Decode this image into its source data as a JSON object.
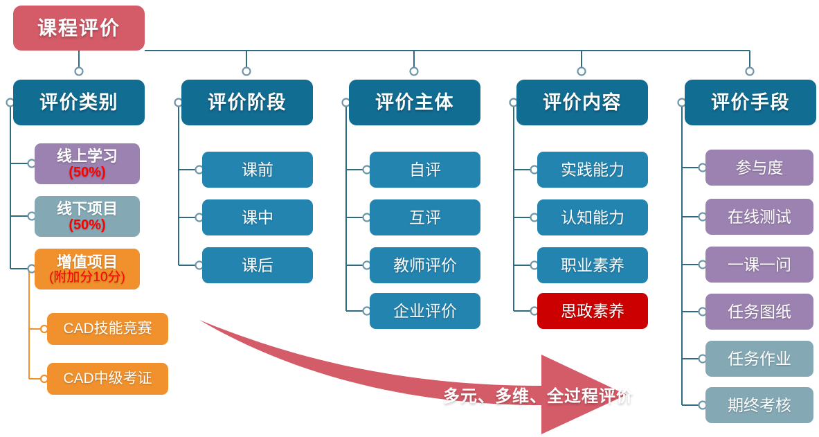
{
  "diagram": {
    "title": "课程评价",
    "root": {
      "label": "课程评价",
      "color": "#d45b68"
    },
    "banner": {
      "label": "多元、多维、全过程评价",
      "color": "#d45b68"
    },
    "palette": {
      "header_blue": "#126d93",
      "child_blue": "#2484b0",
      "purple": "#9b82b0",
      "teal": "#84a9b5",
      "orange": "#f0912d",
      "red": "#cc0000",
      "accent_red_text": "#ff0000",
      "connector": "#2f6b80",
      "orange_connector": "#f0912d"
    },
    "columns": [
      {
        "header": "评价类别",
        "items": [
          {
            "line1": "线上学习",
            "line2": "(50%)",
            "color": "purple"
          },
          {
            "line1": "线下项目",
            "line2": "(50%)",
            "color": "teal"
          },
          {
            "line1": "增值项目",
            "line2": "(附加分10分)",
            "color": "orange"
          }
        ],
        "sub_items": [
          {
            "line1": "CAD技能竞赛",
            "color": "orange"
          },
          {
            "line1": "CAD中级考证",
            "color": "orange"
          }
        ]
      },
      {
        "header": "评价阶段",
        "items": [
          {
            "line1": "课前",
            "color": "blue"
          },
          {
            "line1": "课中",
            "color": "blue"
          },
          {
            "line1": "课后",
            "color": "blue"
          }
        ],
        "sub_items": []
      },
      {
        "header": "评价主体",
        "items": [
          {
            "line1": "自评",
            "color": "blue"
          },
          {
            "line1": "互评",
            "color": "blue"
          },
          {
            "line1": "教师评价",
            "color": "blue"
          },
          {
            "line1": "企业评价",
            "color": "blue"
          }
        ],
        "sub_items": []
      },
      {
        "header": "评价内容",
        "items": [
          {
            "line1": "实践能力",
            "color": "blue"
          },
          {
            "line1": "认知能力",
            "color": "blue"
          },
          {
            "line1": "职业素养",
            "color": "blue"
          },
          {
            "line1": "思政素养",
            "color": "red"
          }
        ],
        "sub_items": []
      },
      {
        "header": "评价手段",
        "items": [
          {
            "line1": "参与度",
            "color": "purple"
          },
          {
            "line1": "在线测试",
            "color": "purple"
          },
          {
            "line1": "一课一问",
            "color": "purple"
          },
          {
            "line1": "任务图纸",
            "color": "purple"
          },
          {
            "line1": "任务作业",
            "color": "teal"
          },
          {
            "line1": "期终考核",
            "color": "teal"
          }
        ],
        "sub_items": []
      }
    ]
  }
}
